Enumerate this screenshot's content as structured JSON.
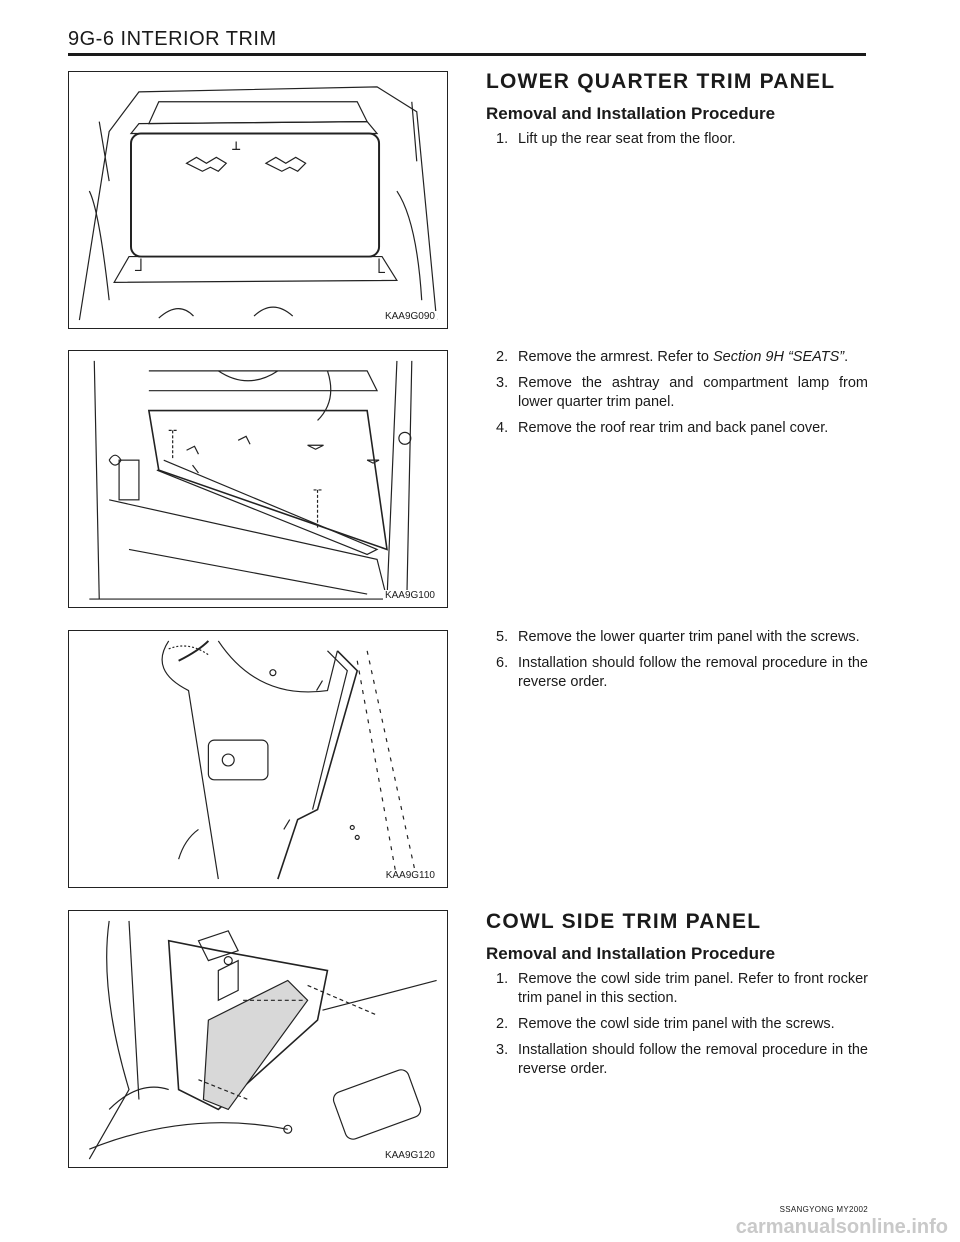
{
  "header": {
    "title": "9G-6  INTERIOR TRIM"
  },
  "figures": [
    {
      "label": "KAA9G090"
    },
    {
      "label": "KAA9G100"
    },
    {
      "label": "KAA9G110"
    },
    {
      "label": "KAA9G120"
    }
  ],
  "sections": {
    "lower_quarter": {
      "title": "LOWER QUARTER TRIM PANEL",
      "subtitle": "Removal and Installation Procedure",
      "steps_a": [
        {
          "num": "1.",
          "text": "Lift up the rear seat from the floor."
        }
      ],
      "steps_b": [
        {
          "num": "2.",
          "text": "Remove the armrest. Refer to ",
          "ref": "Section 9H “SEATS”",
          "after": "."
        },
        {
          "num": "3.",
          "text": "Remove the ashtray and compartment lamp from lower quarter trim panel."
        },
        {
          "num": "4.",
          "text": "Remove the roof rear trim and back panel cover."
        }
      ],
      "steps_c": [
        {
          "num": "5.",
          "text": "Remove the lower quarter trim panel with the screws."
        },
        {
          "num": "6.",
          "text": "Installation should follow the removal procedure in the reverse order."
        }
      ]
    },
    "cowl_side": {
      "title": "COWL SIDE TRIM PANEL",
      "subtitle": "Removal and Installation Procedure",
      "steps": [
        {
          "num": "1.",
          "text": "Remove the cowl side trim panel. Refer to front rocker trim panel in this section."
        },
        {
          "num": "2.",
          "text": "Remove the cowl side trim panel with the screws."
        },
        {
          "num": "3.",
          "text": "Installation should follow the removal procedure in the reverse order."
        }
      ]
    }
  },
  "footer": {
    "model": "SSANGYONG  MY2002",
    "site": "carmanualsonline.info"
  }
}
